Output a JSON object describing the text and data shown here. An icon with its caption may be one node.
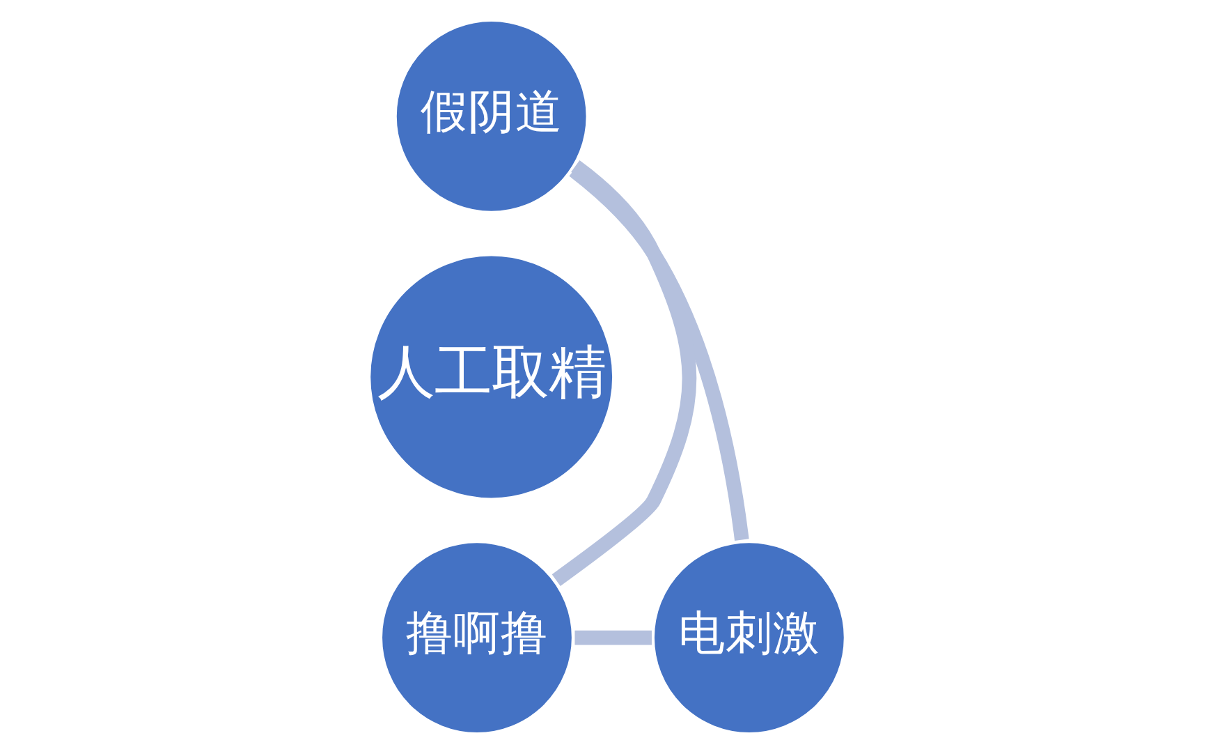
{
  "diagram": {
    "nodes": [
      {
        "text": [
          "假阴道"
        ]
      },
      {
        "text": [
          "人工取精"
        ]
      },
      {
        "text": [
          "撸啊撸"
        ]
      },
      {
        "text": [
          "电刺激"
        ]
      }
    ],
    "edges": [
      {
        "from": 0,
        "to": 3,
        "arrow": "none"
      },
      {
        "from": 3,
        "to": 2,
        "arrow": "none"
      },
      {
        "from": 2,
        "to": 0,
        "arrow": "none"
      }
    ]
  }
}
